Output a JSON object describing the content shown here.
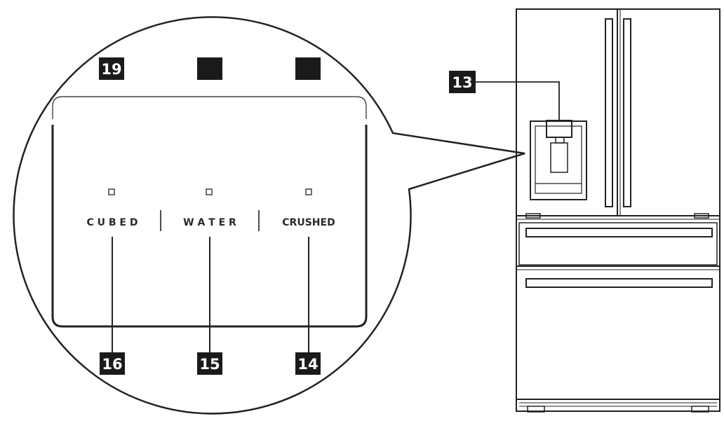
{
  "callouts": {
    "c19": "19",
    "c_water_top": "",
    "c_crushed_top": "",
    "c13": "13",
    "c16": "16",
    "c15": "15",
    "c14": "14"
  },
  "panel": {
    "cubed_label": "C U B E D",
    "water_label": "W A T E R",
    "crushed_label": "CRUSHED"
  },
  "colors": {
    "line": "#222222",
    "callout_bg": "#1a1a1a",
    "callout_text": "#ffffff"
  }
}
